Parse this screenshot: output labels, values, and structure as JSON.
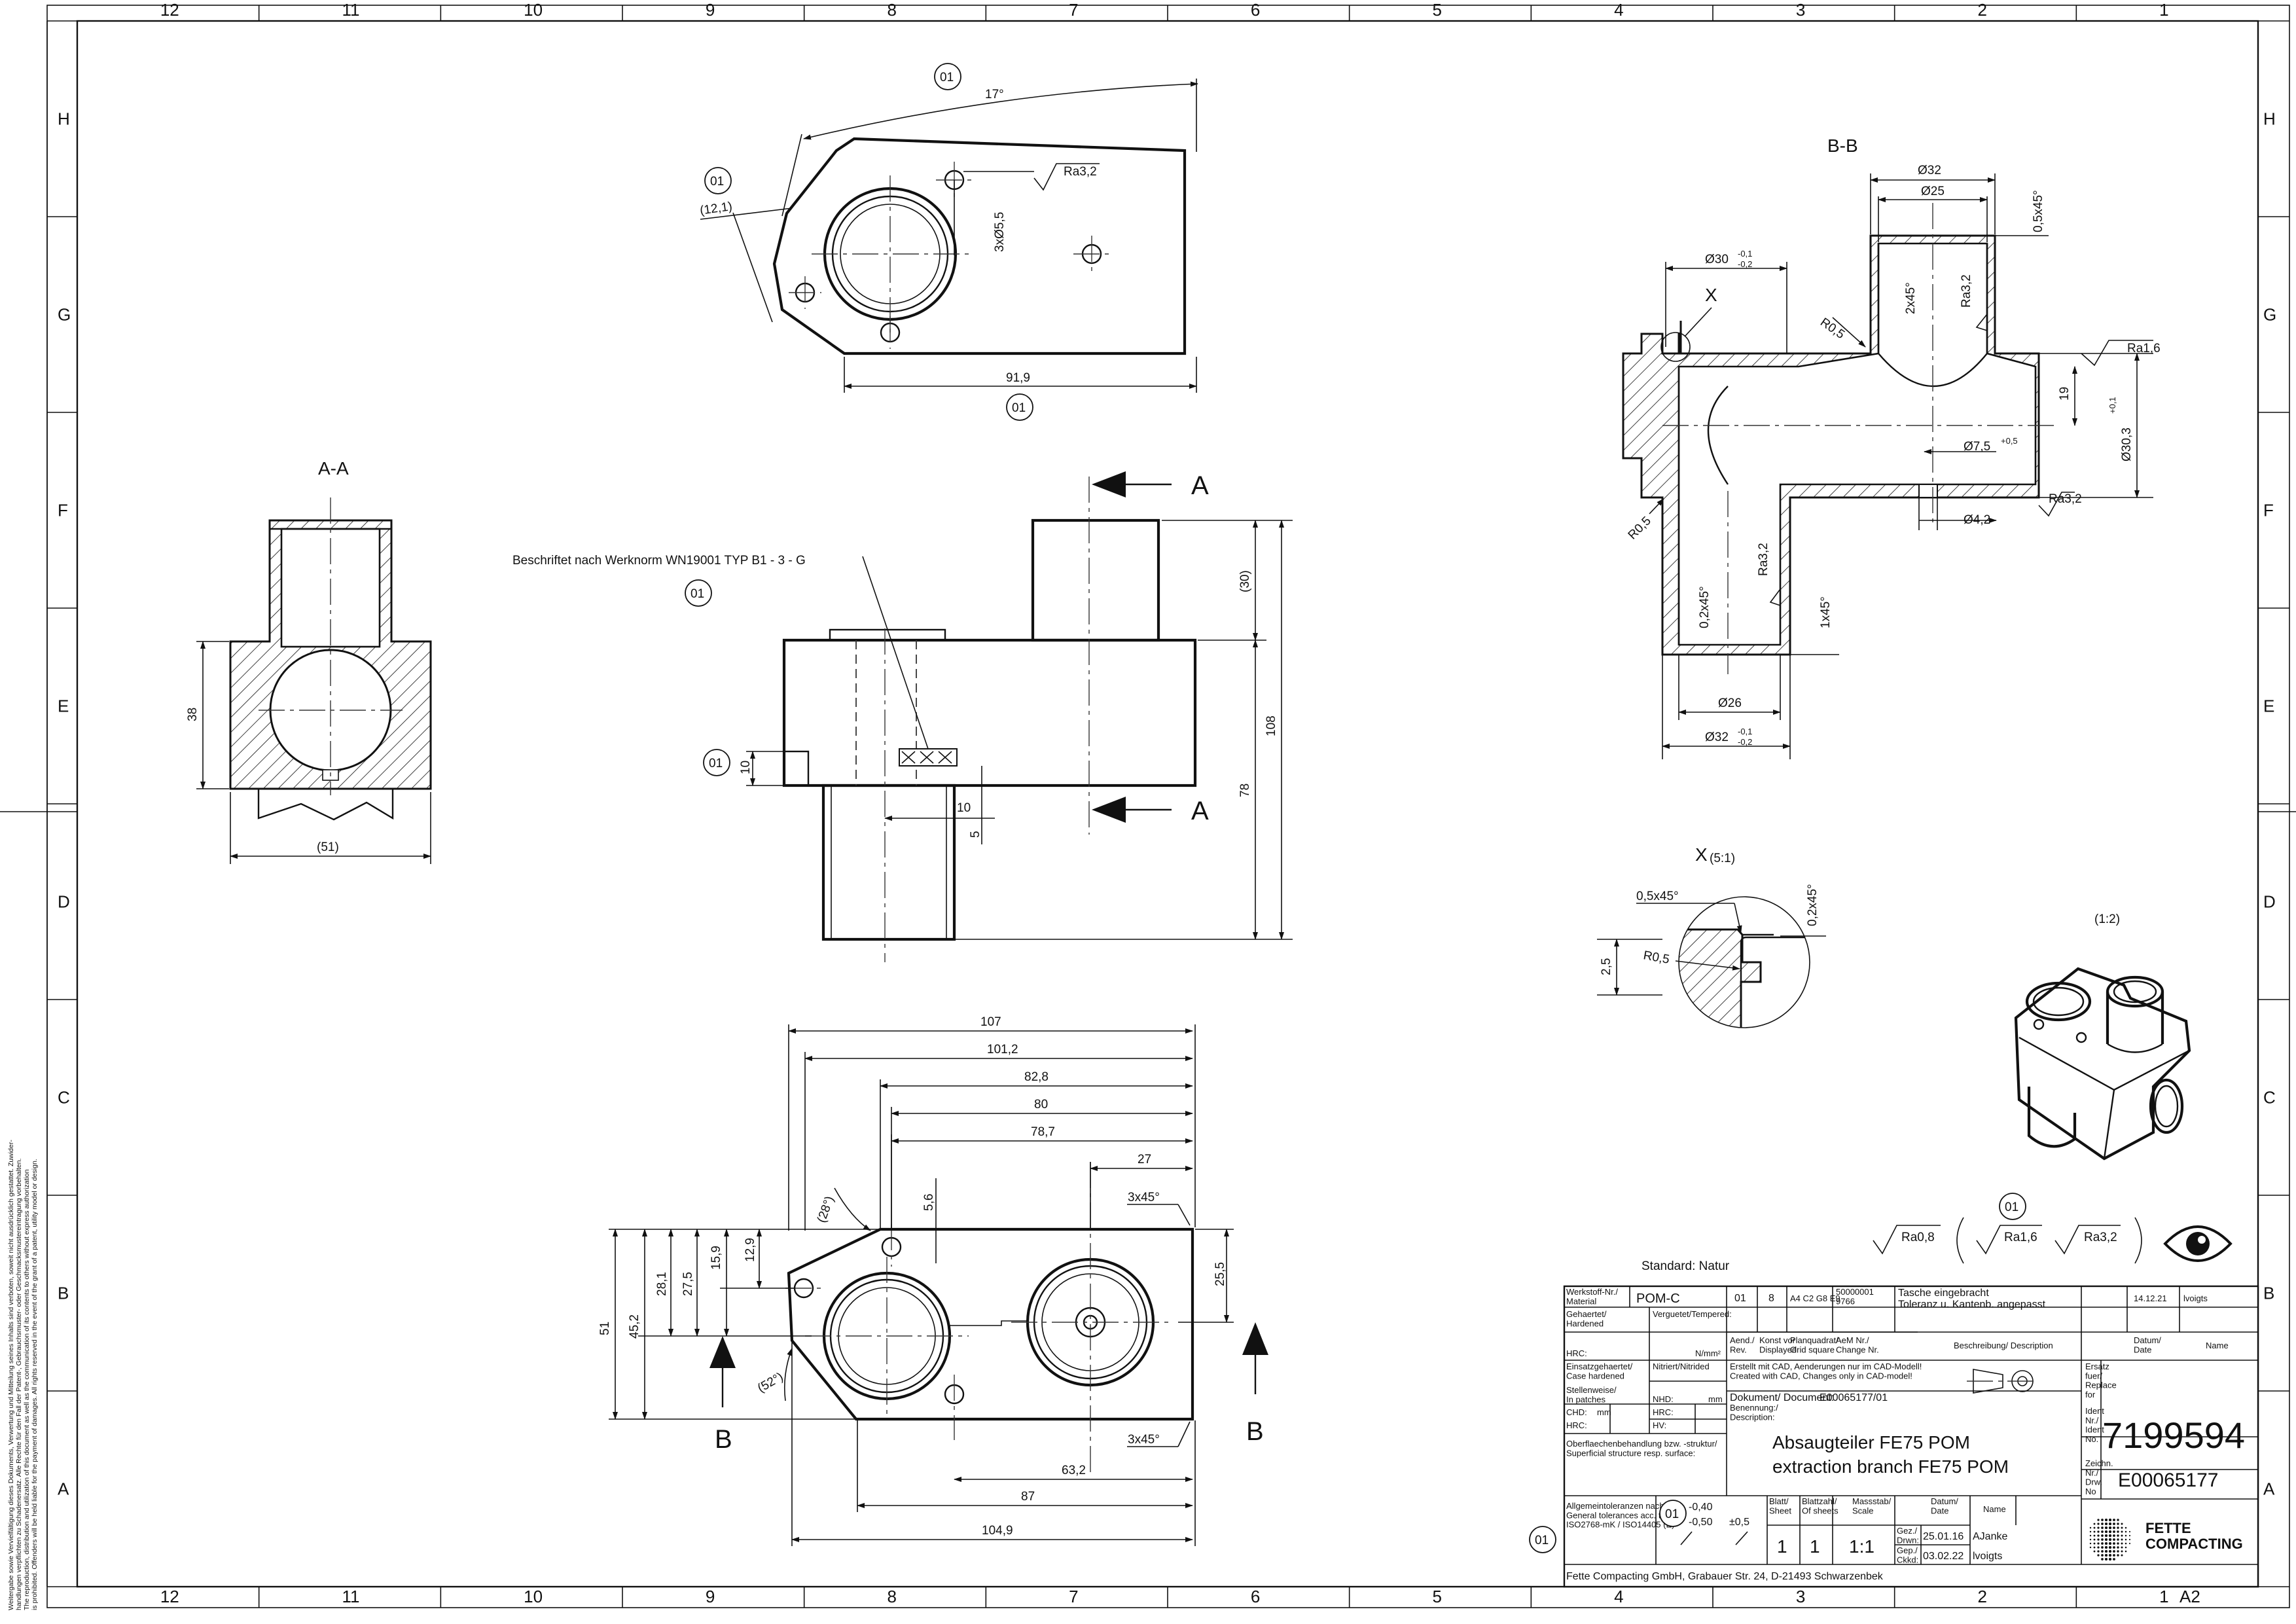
{
  "grid": {
    "columns": [
      "12",
      "11",
      "10",
      "9",
      "8",
      "7",
      "6",
      "5",
      "4",
      "3",
      "2",
      "1"
    ],
    "rows": [
      "H",
      "G",
      "F",
      "E",
      "D",
      "C",
      "B",
      "A"
    ],
    "sheet_size": "A2"
  },
  "views": {
    "section_aa": "A-A",
    "section_bb": "B-B",
    "detail_x": "X",
    "detail_x_scale": "(5:1)",
    "iso_scale": "(1:2)",
    "cut_marker_a": "A",
    "cut_marker_b": "B",
    "detail_marker": "X"
  },
  "notes": {
    "marking": "Beschriftet nach Werknorm WN19001 TYP  B1 - 3 - G",
    "standard": "Standard: Natur",
    "bubble": "01"
  },
  "dims_top": {
    "angle": "17°",
    "d121": "(12,1)",
    "holes": "3xØ5,5",
    "len": "91,9",
    "ra": "Ra3,2"
  },
  "dims_aa": {
    "h": "38",
    "w": "(51)"
  },
  "dims_front": {
    "d30": "(30)",
    "d108": "108",
    "d78": "78",
    "d10a": "10",
    "d10b": "10",
    "d5": "5"
  },
  "dims_bottom": {
    "d107": "107",
    "d1012": "101,2",
    "d828": "82,8",
    "d80": "80",
    "d787": "78,7",
    "d27": "27",
    "c3x45a": "3x45°",
    "c3x45b": "3x45°",
    "a28": "(28°)",
    "a52": "(52°)",
    "d56": "5,6",
    "d129": "12,9",
    "d159": "15,9",
    "d275": "27,5",
    "d281": "28,1",
    "d452": "45,2",
    "d51": "51",
    "d255": "25,5",
    "d632": "63,2",
    "d87": "87",
    "d1049": "104,9"
  },
  "dims_bb": {
    "d32": "Ø32",
    "d25": "Ø25",
    "c05x45": "0,5x45°",
    "d30": "Ø30",
    "d30tol": [
      "-0,1",
      "-0,2"
    ],
    "r05a": "R0,5",
    "c2x45": "2x45°",
    "ra32a": "Ra3,2",
    "ra16": "Ra1,6",
    "d19": "19",
    "d303": "Ø30,3",
    "d303tol": "+0,1",
    "d75": "Ø7,5",
    "d75tol": "+0,5",
    "d42": "Ø4,2",
    "ra32b": "Ra3,2",
    "r05b": "R0,5",
    "ra32c": "Ra3,2",
    "c02x45": "0,2x45°",
    "c1x45": "1x45°",
    "d26": "Ø26",
    "d32b": "Ø32",
    "d32btol": [
      "-0,1",
      "-0,2"
    ]
  },
  "dims_x": {
    "c05x45": "0,5x45°",
    "c02x45": "0,2x45°",
    "r05": "R0,5",
    "d25": "2,5"
  },
  "surface": {
    "s1": "Ra0,8",
    "s2": "Ra1,6",
    "s3": "Ra3,2",
    "bubble": "01"
  },
  "titleblock": {
    "material_label": "Werkstoff-Nr./\nMaterial",
    "material": "POM-C",
    "rev_a": "01",
    "rev_b": "8",
    "rev_grid": "A4 C2 G8 E9",
    "rev_change": "50000001\n9766",
    "rev_desc": "Tasche eingebracht\nToleranz u. Kantenb. angepasst",
    "rev_date": "14.12.21",
    "rev_name": "lvoigts",
    "hardened": "Gehaertet/\nHardened",
    "tempered": "Verguetet/Tempered:",
    "hrc": "HRC:",
    "nmm": "N/mm²",
    "h_aend": "Aend./\nRev.",
    "h_konst": "Konst vor\nDisplayed",
    "h_plan": "Planquadrat/\nGrid square",
    "h_aem": "AeM Nr./\nChange Nr.",
    "h_desc": "Beschreibung/ Description",
    "h_date": "Datum/\nDate",
    "h_name": "Name",
    "case": "Einsatzgehaertet/\nCase hardened",
    "nitrided": "Nitriert/Nitrided",
    "patches": "Stellenweise/\nIn patches",
    "chd": "CHD:",
    "mm": "mm",
    "hrc2": "HRC:",
    "nhd": "NHD:",
    "hrc3": "HRC:",
    "hv": "HV:",
    "mm2": "mm",
    "cad": "Erstellt mit CAD, Aenderungen nur im CAD-Modell!\nCreated with CAD, Changes only in CAD-model!",
    "doc_label": "Dokument/ Document:",
    "doc": "E00065177/01",
    "ersatz": "Ersatz\nfuer/\nReplace\nfor",
    "benennung": "Benennung:/\nDescription:",
    "title_de": "Absaugteiler FE75 POM",
    "title_en": "extraction branch FE75 POM",
    "surface_label": "Oberflaechenbehandlung bzw. -struktur/\nSuperficial structure resp. surface:",
    "ident_label": "Ident\nNr./\nIdent\nNo.",
    "ident": "7199594",
    "drw_label": "Zeichn.\nNr./\nDrw.\nNo",
    "drw": "E00065177",
    "tol_label": "Allgemeintoleranzen nach/\nGeneral tolerances acc. to:\nISO2768-mK / ISO14405 (E)",
    "tol_bubble": "01",
    "tol_a": "-0,40",
    "tol_b": "-0,50",
    "tol_c": "±0,5",
    "sheet_label": "Blatt/\nSheet",
    "sheets_label": "Blattzahl/\nOf sheets",
    "scale_label": "Massstab/\nScale",
    "date_label": "Datum/\nDate",
    "name_label": "Name",
    "sheet": "1",
    "sheets": "1",
    "scale": "1:1",
    "drawn_label": "Gez./\nDrwn:",
    "drawn_date": "25.01.16",
    "drawn_name": "AJanke",
    "checked_label": "Gep./\nCkkd:",
    "checked_date": "03.02.22",
    "checked_name": "lvoigts",
    "company": "Fette Compacting GmbH, Grabauer Str. 24, D-21493 Schwarzenbek",
    "logo": "FETTE\nCOMPACTING",
    "outer_bubble": "01"
  },
  "side_note": [
    "Weitergabe sowie Vervielfältigung dieses Dokuments, Verwertung und Mitteilung seines Inhalts sind verboten, soweit nicht ausdrücklich gestattet. Zuwider-",
    "handlungen verpflichten zu Schadenersatz. Alle Rechte für den Fall der Patent-, Gebrauchsmuster- oder Geschmacksmustereintragung vorbehalten.",
    "The reproduction, distribution and utilization of this document as well as the communication of its contents to others without express authorization",
    "is prohibited. Offenders will be held liable for the payment of damages. All rights reserved in the event of the grant of a patent, utility model or design."
  ]
}
